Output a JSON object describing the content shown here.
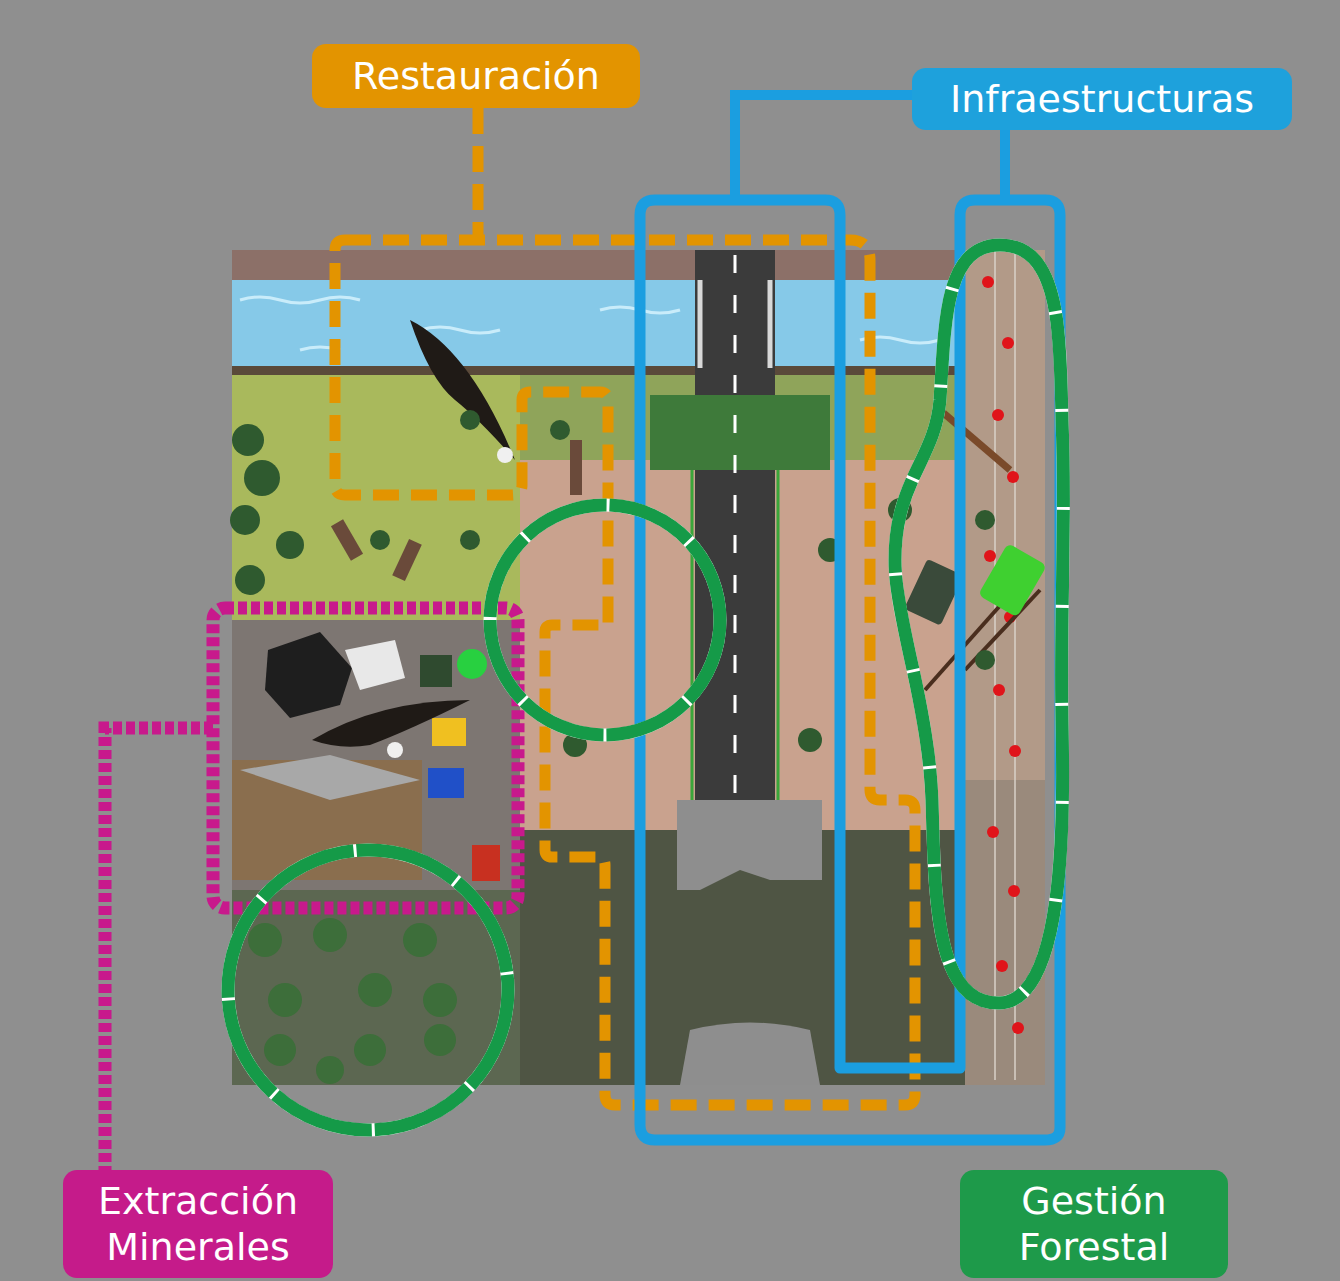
{
  "diagram": {
    "nodes": [
      {
        "text": [
          "Restauración"
        ]
      },
      {
        "text": [
          "Infraestructuras"
        ]
      },
      {
        "text": [
          "Extracción Minerales"
        ]
      },
      {
        "text": [
          "Gestión Forestal"
        ]
      }
    ]
  }
}
